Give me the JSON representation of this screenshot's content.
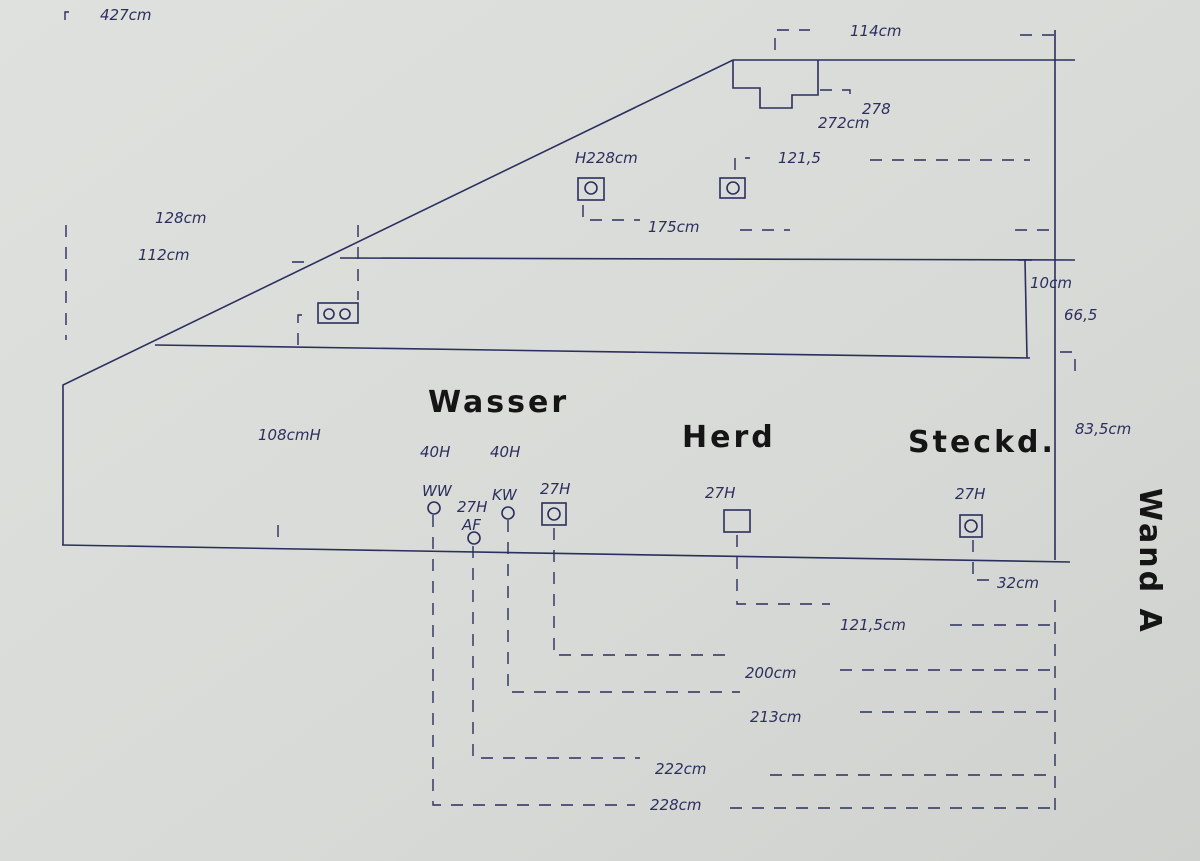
{
  "title": "Wand A",
  "dimensions": {
    "total_width": "427cm",
    "cabinet_width": "114cm",
    "cabinet_height_1": "278",
    "cabinet_height_2": "272cm",
    "outlet_offset_top": "121,5",
    "outlet_height_top": "H228cm",
    "outlet_distance_top": "175cm",
    "slope_height_1": "128cm",
    "slope_height_2": "112cm",
    "band_offset": "10cm",
    "band_height": "66,5",
    "counter_height": "108cmH",
    "lower_height": "83,5cm",
    "right_offset": "32cm",
    "herd_distance": "121,5cm",
    "wasser_outlet_distance": "200cm",
    "kw_distance": "213cm",
    "af_distance": "222cm",
    "ww_distance": "228cm"
  },
  "sections": {
    "wasser": "Wasser",
    "herd": "Herd",
    "steckdose": "Steckd."
  },
  "points": {
    "ww_height": "40H",
    "ww_label": "WW",
    "af_height": "27H",
    "af_label": "AF",
    "kw_height": "40H",
    "kw_label": "KW",
    "wasser_outlet_height": "27H",
    "herd_height": "27H",
    "steckdose_height": "27H"
  }
}
